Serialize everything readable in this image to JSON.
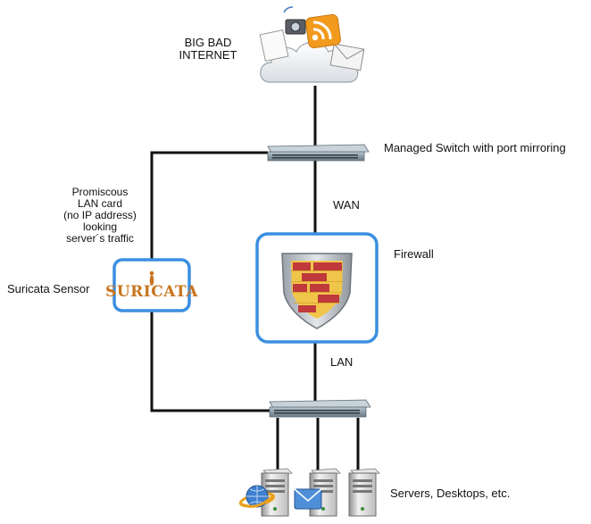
{
  "internet": {
    "label_line1": "BIG BAD",
    "label_line2": "INTERNET"
  },
  "switch_top": {
    "label": "Managed Switch with port mirroring"
  },
  "links": {
    "wan": "WAN",
    "lan": "LAN"
  },
  "firewall": {
    "label": "Firewall"
  },
  "sensor": {
    "label": "Suricata Sensor",
    "logo_text": "SURICATA",
    "note_lines": [
      "Promiscous",
      "LAN card",
      "(no IP address)",
      "looking",
      "server´s traffic"
    ]
  },
  "servers": {
    "label": "Servers, Desktops, etc."
  },
  "colors": {
    "frame_blue": "#3a8fe0",
    "line_black": "#111111",
    "suricata_orange": "#c8741e",
    "shield_red": "#c0393b",
    "shield_yellow": "#f0c64a",
    "switch_gray": "#8a9aa6"
  }
}
